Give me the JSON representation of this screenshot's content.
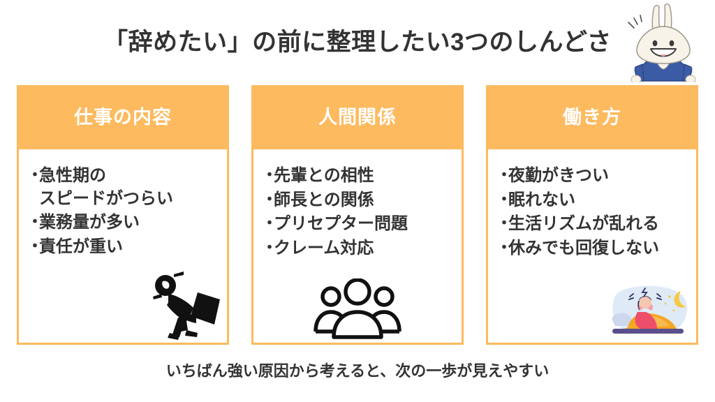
{
  "slide": {
    "title": "「辞めたい」の前に整理したい3つのしんどさ",
    "footer_note": "いちばん強い原因から考えると、次の一歩が見えやすい",
    "accent_color": "#FDBA5E",
    "text_color": "#333333",
    "background_color": "#FFFFFF",
    "mascot_shirt_color": "#3B5BA5"
  },
  "cards": [
    {
      "header": "仕事の内容",
      "art_name": "heavy-load-person-icon",
      "bullets": [
        "急性期の\nスピードがつらい",
        "業務量が多い",
        "責任が重い"
      ]
    },
    {
      "header": "人間関係",
      "art_name": "group-of-people-icon",
      "bullets": [
        "先輩との相性",
        "師長との関係",
        "プリセプター問題",
        "クレーム対応"
      ]
    },
    {
      "header": "働き方",
      "art_name": "sleepless-night-illustration",
      "bullets": [
        "夜勤がきつい",
        "眠れない",
        "生活リズムが乱れる",
        "休みでも回復しない"
      ]
    }
  ],
  "bullet_marker": "・"
}
